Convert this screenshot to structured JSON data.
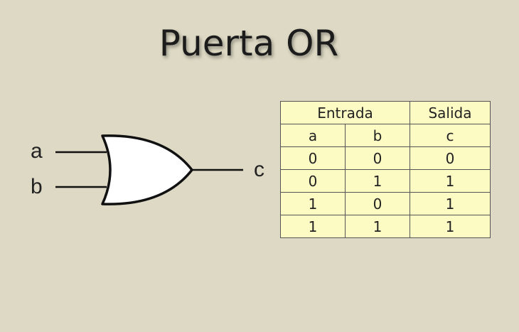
{
  "title": "Puerta OR",
  "gate": {
    "type": "OR",
    "inputs": [
      "a",
      "b"
    ],
    "output": "c"
  },
  "truth_table": {
    "group_headers": {
      "inputs": "Entrada",
      "output": "Salida"
    },
    "columns": [
      "a",
      "b",
      "c"
    ],
    "rows": [
      [
        "0",
        "0",
        "0"
      ],
      [
        "0",
        "1",
        "1"
      ],
      [
        "1",
        "0",
        "1"
      ],
      [
        "1",
        "1",
        "1"
      ]
    ]
  },
  "colors": {
    "background": "#ddd9c4",
    "table_fill": "#fdfbc4",
    "gate_fill": "#ffffff",
    "stroke": "#111111"
  }
}
